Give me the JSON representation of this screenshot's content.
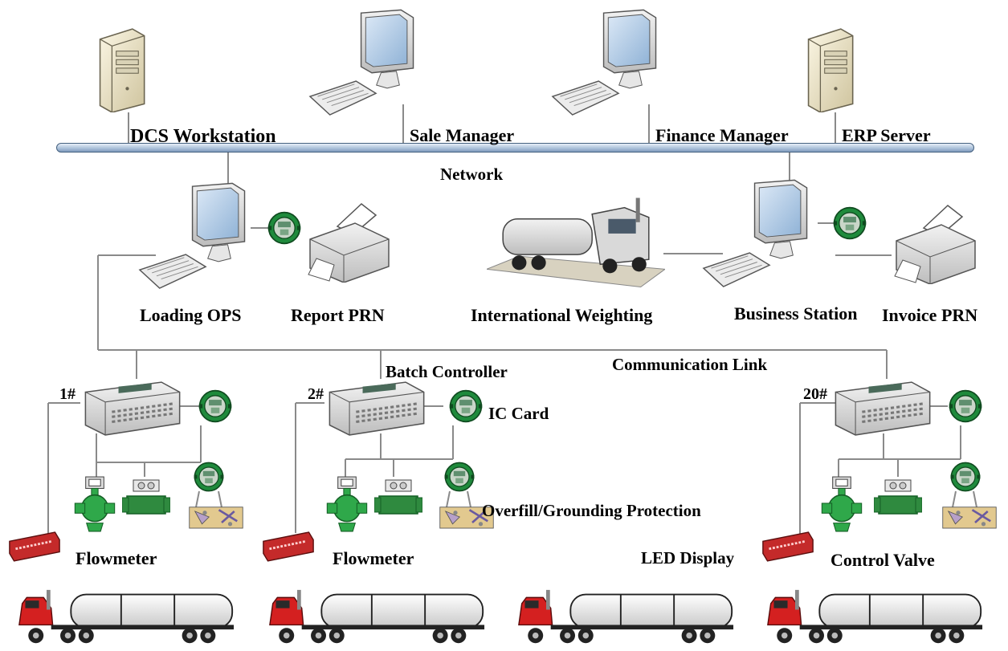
{
  "labels": {
    "dcs_workstation": "DCS Workstation",
    "sale_manager": "Sale Manager",
    "finance_manager": "Finance Manager",
    "erp_server": "ERP Server",
    "network": "Network",
    "loading_ops": "Loading OPS",
    "report_prn": "Report PRN",
    "international_weighting": "International Weighting",
    "business_station": "Business Station",
    "invoice_prn": "Invoice PRN",
    "communication_link": "Communication Link",
    "batch_controller": "Batch Controller",
    "ic_card": "IC Card",
    "overfill_grounding": "Overfill/Grounding Protection",
    "flowmeter_1": "Flowmeter",
    "flowmeter_2": "Flowmeter",
    "led_display": "LED Display",
    "control_valve": "Control Valve"
  },
  "stations": [
    {
      "id": "1",
      "label": "1#"
    },
    {
      "id": "2",
      "label": "2#"
    },
    {
      "id": "20",
      "label": "20#"
    }
  ],
  "colors": {
    "network_bar": "#a9bfd8",
    "link_line": "#8a8a8a",
    "ic_reader_green": "#1f8a3c",
    "flowmeter_green": "#2fa84a",
    "truck_red": "#d42020",
    "led_red": "#c42a2a"
  },
  "icons": [
    "server-tower-icon",
    "desktop-computer-icon",
    "keyboard-icon",
    "printer-icon",
    "weighbridge-truck-icon",
    "ic-card-reader-icon",
    "batch-controller-icon",
    "flowmeter-icon",
    "control-valve-icon",
    "overfill-grounding-icon",
    "led-display-icon",
    "tanker-truck-icon"
  ]
}
